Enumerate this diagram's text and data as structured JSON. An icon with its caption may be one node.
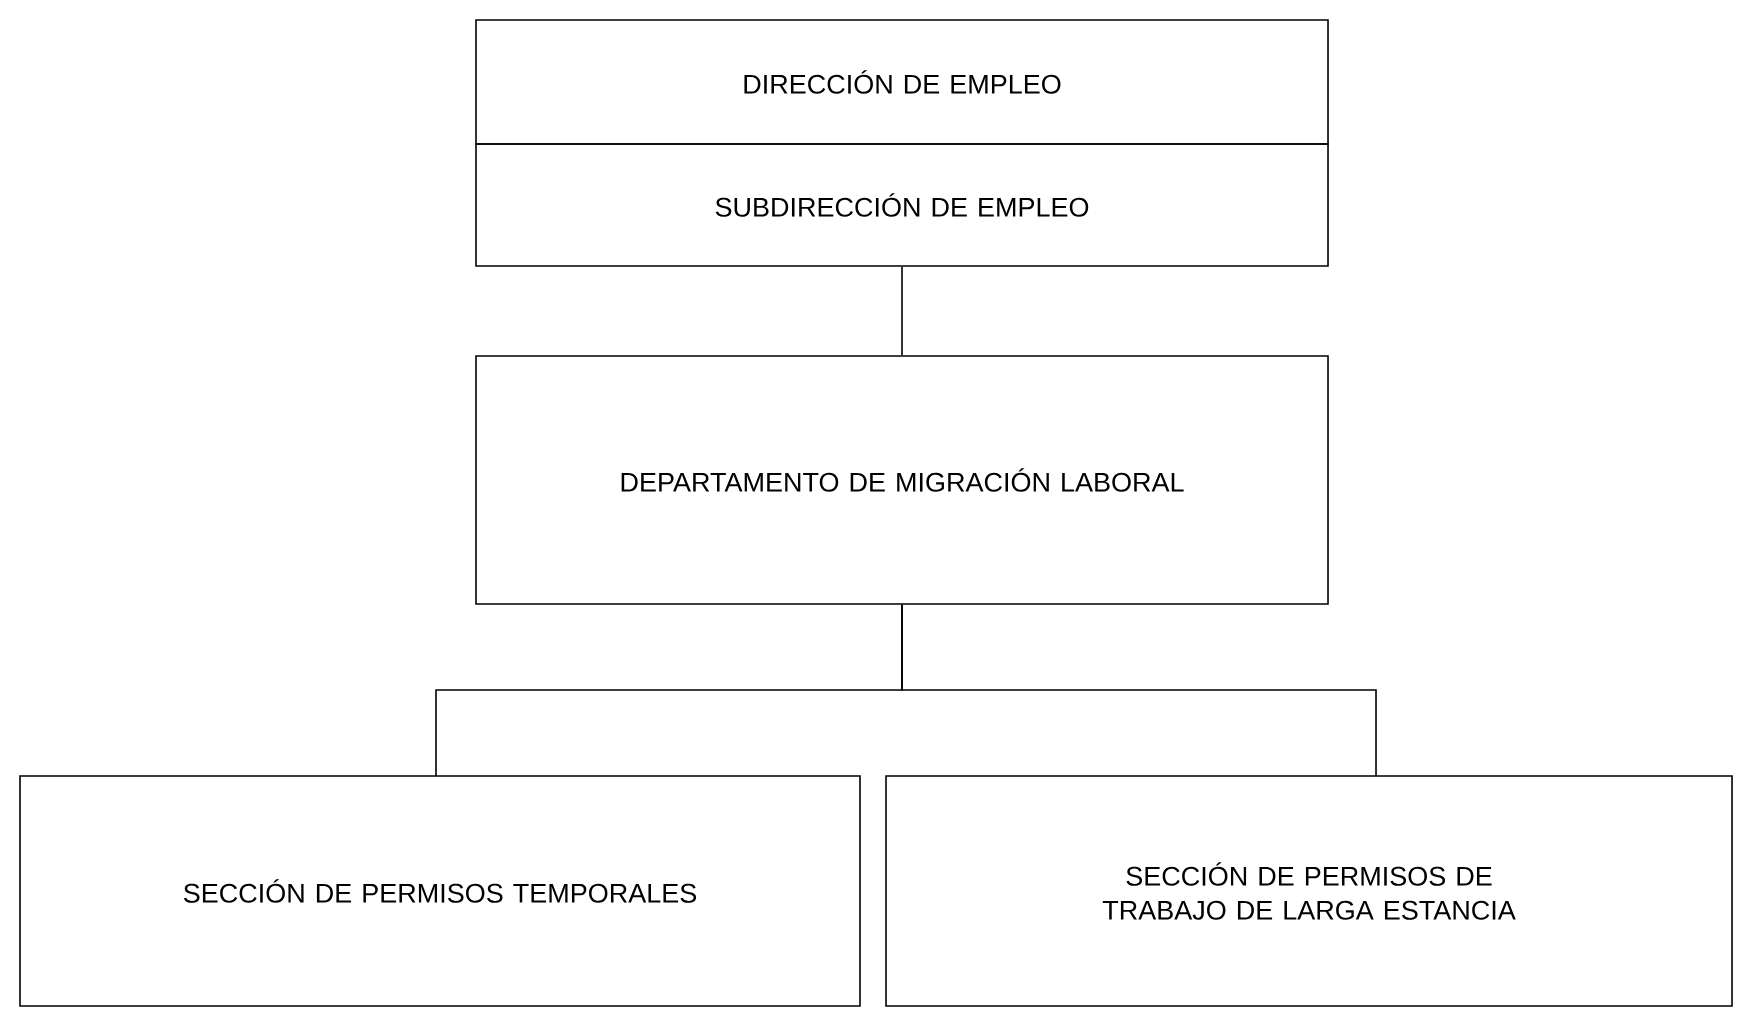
{
  "diagram": {
    "nodes": [
      {
        "text": [
          "DIRECCIÓN DE EMPLEO"
        ]
      },
      {
        "text": [
          "SUBDIRECCIÓN DE EMPLEO"
        ]
      },
      {
        "text": [
          "DEPARTAMENTO DE MIGRACIÓN LABORAL"
        ]
      },
      {
        "text": [
          "SECCIÓN DE PERMISOS TEMPORALES"
        ]
      },
      {
        "text": [
          "SECCIÓN DE PERMISOS DE TRABAJO DE LARGA ESTANCIA"
        ]
      }
    ],
    "edges": [
      {
        "from": 1,
        "to": 2,
        "arrow": "none"
      },
      {
        "from": 2,
        "to": 3,
        "arrow": "none"
      },
      {
        "from": 2,
        "to": 4,
        "arrow": "none"
      }
    ]
  }
}
